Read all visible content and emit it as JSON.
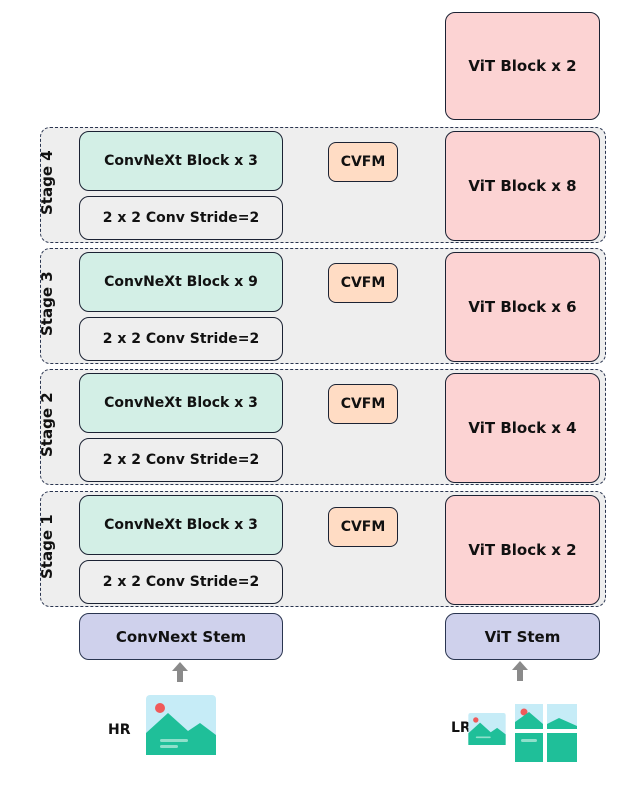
{
  "vit_top": {
    "label": "ViT Block x 2"
  },
  "stages": [
    {
      "name": "Stage 4",
      "conv_block": "ConvNeXt Block x 3",
      "stride": "2 x 2 Conv Stride=2",
      "cvfm": "CVFM",
      "vit": "ViT Block x 8"
    },
    {
      "name": "Stage 3",
      "conv_block": "ConvNeXt Block x 9",
      "stride": "2 x 2 Conv Stride=2",
      "cvfm": "CVFM",
      "vit": "ViT Block x 6"
    },
    {
      "name": "Stage 2",
      "conv_block": "ConvNeXt Block x 3",
      "stride": "2 x 2 Conv Stride=2",
      "cvfm": "CVFM",
      "vit": "ViT Block x 4"
    },
    {
      "name": "Stage 1",
      "conv_block": "ConvNeXt Block x 3",
      "stride": "2 x 2 Conv Stride=2",
      "cvfm": "CVFM",
      "vit": "ViT Block x 2"
    }
  ],
  "stems": {
    "convnext": "ConvNext Stem",
    "vit": "ViT Stem"
  },
  "inputs": {
    "hr_label": "HR",
    "lr_label": "LR"
  },
  "colors": {
    "conv_block": "#d3efe6",
    "cvfm": "#ffdcc4",
    "vit": "#fcd3d3",
    "stem": "#cfd1ec",
    "image_teal": "#1fbf99",
    "image_sky": "#c6ecf7"
  },
  "icons": {
    "input_image": "landscape-image-icon",
    "up_arrow": "up-arrow-icon"
  }
}
